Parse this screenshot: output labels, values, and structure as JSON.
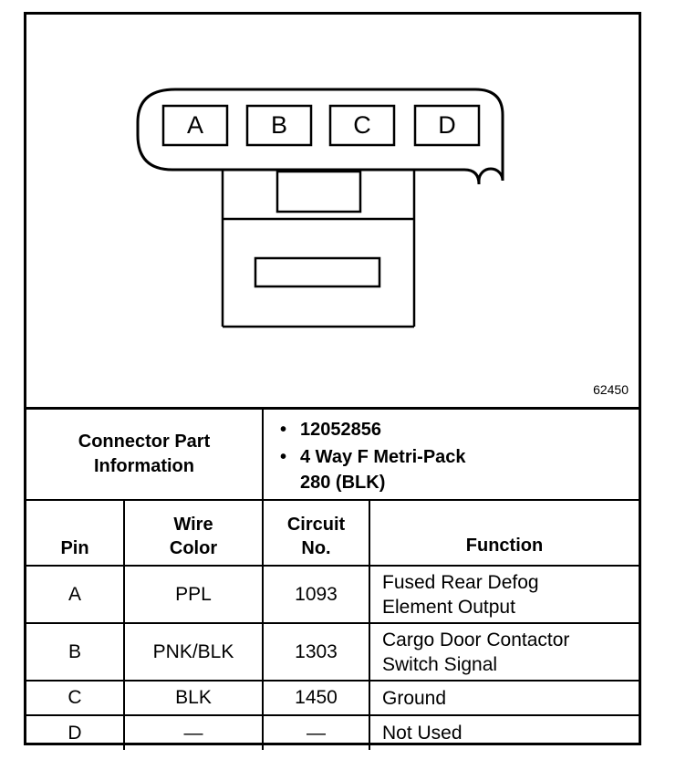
{
  "figure_number": "62450",
  "connector_pins": [
    "A",
    "B",
    "C",
    "D"
  ],
  "connector_part_info": {
    "label_line1": "Connector Part",
    "label_line2": "Information",
    "part_number": "12052856",
    "description_line1": "4 Way F Metri-Pack",
    "description_line2": "280 (BLK)",
    "bullet": "•"
  },
  "table": {
    "headers": {
      "pin": "Pin",
      "wire_color_line1": "Wire",
      "wire_color_line2": "Color",
      "circuit_line1": "Circuit",
      "circuit_line2": "No.",
      "function": "Function"
    },
    "rows": [
      {
        "pin": "A",
        "wire_color": "PPL",
        "circuit": "1093",
        "function_line1": "Fused Rear Defog",
        "function_line2": "Element Output"
      },
      {
        "pin": "B",
        "wire_color": "PNK/BLK",
        "circuit": "1303",
        "function_line1": "Cargo Door Contactor",
        "function_line2": "Switch Signal"
      },
      {
        "pin": "C",
        "wire_color": "BLK",
        "circuit": "1450",
        "function_line1": "Ground",
        "function_line2": ""
      },
      {
        "pin": "D",
        "wire_color": "—",
        "circuit": "—",
        "function_line1": "Not Used",
        "function_line2": ""
      }
    ]
  }
}
